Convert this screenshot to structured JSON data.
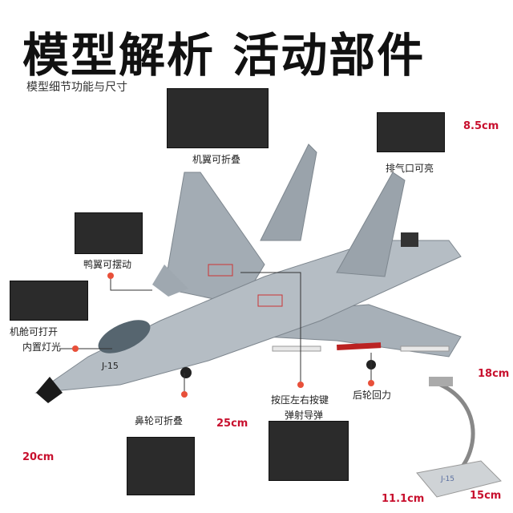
{
  "header": {
    "title": "模型解析 活动部件",
    "subtitle": "模型细节功能与尺寸"
  },
  "features": {
    "wing_fold": "机翼可折叠",
    "exhaust_light": "排气口可亮",
    "canard_swing": "鸭翼可摆动",
    "cockpit_open_line1": "机舱可打开",
    "cockpit_open_line2": "内置灯光",
    "missile_line1": "按压左右按键",
    "missile_line2": "弹射导弹",
    "rear_wheel": "后轮回力",
    "nose_wheel": "鼻轮可折叠"
  },
  "dimensions": {
    "height_plane": "8.5cm",
    "stand_height": "18cm",
    "length": "25cm",
    "wingspan": "20cm",
    "base_width": "11.1cm",
    "base_depth": "15cm"
  },
  "aircraft": {
    "nose_marking": "J-15",
    "stand_marking": "J-15"
  },
  "colors": {
    "accent": "#c8102e",
    "dot": "#e8503a",
    "plane": "#a9b2ba"
  }
}
